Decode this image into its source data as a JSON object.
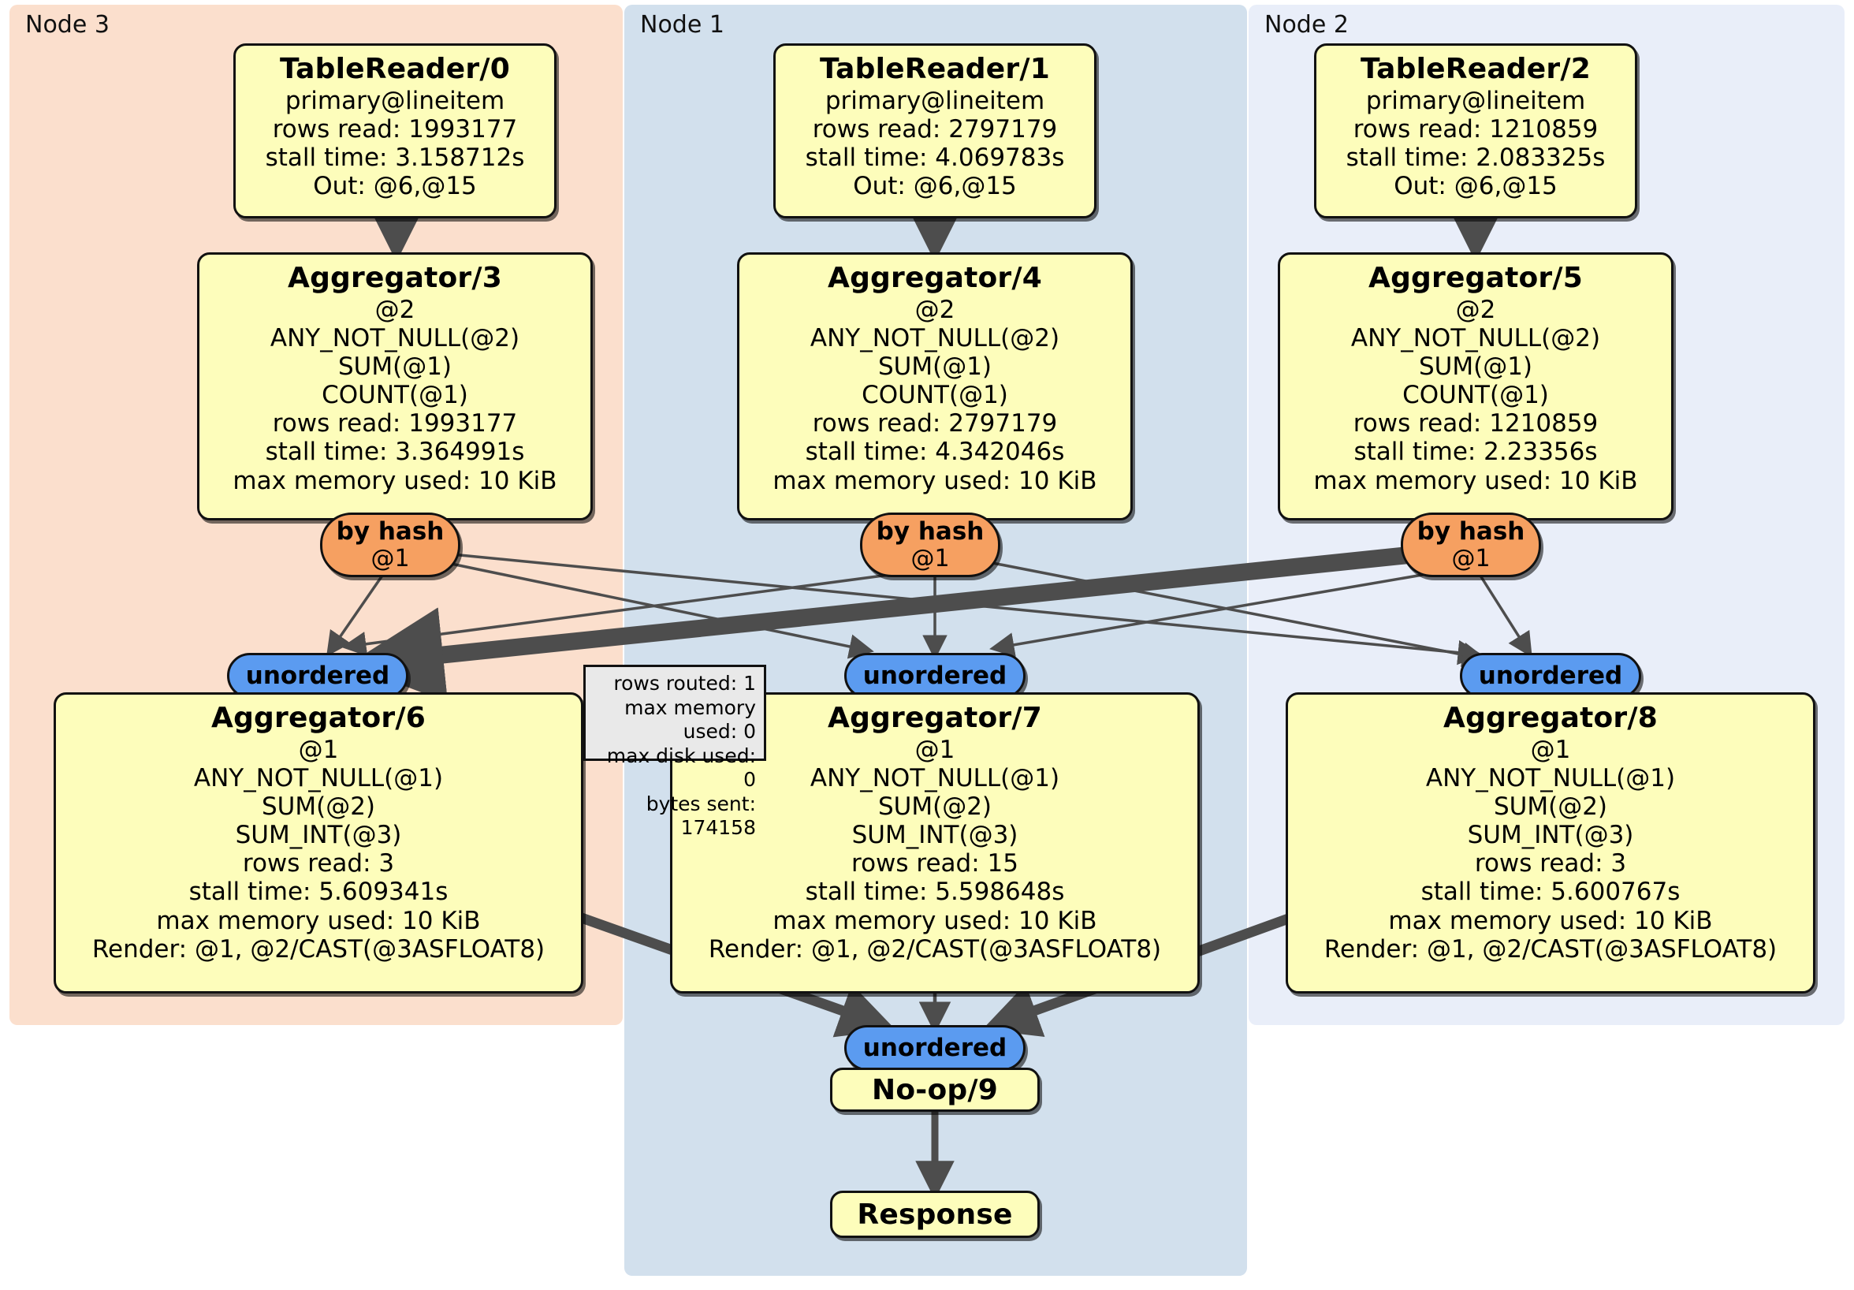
{
  "diagram": {
    "type": "distsql-physical-plan",
    "background": "#ffffff",
    "colors": {
      "processor_fill": "#fdfdbb",
      "hash_router_fill": "#f6a061",
      "synchronizer_fill": "#5b9bf0",
      "tooltip_fill": "#e9e9e9",
      "node3_fill": "#fbdfcd",
      "node1_fill": "#d2e0ed",
      "node2_fill": "#e9eef9",
      "edge_stroke": "#4d4d4d"
    }
  },
  "clusters": [
    {
      "id": "node3",
      "label": "Node 3",
      "fill": "#fbdfcd"
    },
    {
      "id": "node1",
      "label": "Node 1",
      "fill": "#d2e0ed"
    },
    {
      "id": "node2",
      "label": "Node 2",
      "fill": "#e9eef9"
    }
  ],
  "processors": {
    "tablereader0": {
      "title": "TableReader/0",
      "lines": [
        "primary@lineitem",
        "rows read: 1993177",
        "stall time: 3.158712s",
        "Out: @6,@15"
      ]
    },
    "tablereader1": {
      "title": "TableReader/1",
      "lines": [
        "primary@lineitem",
        "rows read: 2797179",
        "stall time: 4.069783s",
        "Out: @6,@15"
      ]
    },
    "tablereader2": {
      "title": "TableReader/2",
      "lines": [
        "primary@lineitem",
        "rows read: 1210859",
        "stall time: 2.083325s",
        "Out: @6,@15"
      ]
    },
    "aggregator3": {
      "title": "Aggregator/3",
      "lines": [
        "@2",
        "ANY_NOT_NULL(@2)",
        "SUM(@1)",
        "COUNT(@1)",
        "rows read: 1993177",
        "stall time: 3.364991s",
        "max memory used: 10 KiB"
      ]
    },
    "aggregator4": {
      "title": "Aggregator/4",
      "lines": [
        "@2",
        "ANY_NOT_NULL(@2)",
        "SUM(@1)",
        "COUNT(@1)",
        "rows read: 2797179",
        "stall time: 4.342046s",
        "max memory used: 10 KiB"
      ]
    },
    "aggregator5": {
      "title": "Aggregator/5",
      "lines": [
        "@2",
        "ANY_NOT_NULL(@2)",
        "SUM(@1)",
        "COUNT(@1)",
        "rows read: 1210859",
        "stall time: 2.23356s",
        "max memory used: 10 KiB"
      ]
    },
    "aggregator6": {
      "title": "Aggregator/6",
      "lines": [
        "@1",
        "ANY_NOT_NULL(@1)",
        "SUM(@2)",
        "SUM_INT(@3)",
        "rows read: 3",
        "stall time: 5.609341s",
        "max memory used: 10 KiB",
        "Render: @1, @2/CAST(@3ASFLOAT8)"
      ]
    },
    "aggregator7": {
      "title": "Aggregator/7",
      "lines": [
        "@1",
        "ANY_NOT_NULL(@1)",
        "SUM(@2)",
        "SUM_INT(@3)",
        "rows read: 15",
        "stall time: 5.598648s",
        "max memory used: 10 KiB",
        "Render: @1, @2/CAST(@3ASFLOAT8)"
      ]
    },
    "aggregator8": {
      "title": "Aggregator/8",
      "lines": [
        "@1",
        "ANY_NOT_NULL(@1)",
        "SUM(@2)",
        "SUM_INT(@3)",
        "rows read: 3",
        "stall time: 5.600767s",
        "max memory used: 10 KiB",
        "Render: @1, @2/CAST(@3ASFLOAT8)"
      ]
    },
    "noop9": {
      "title": "No-op/9",
      "lines": []
    },
    "response": {
      "title": "Response",
      "lines": []
    }
  },
  "routers": {
    "hash_left": {
      "label": "by hash",
      "column": "@1"
    },
    "hash_mid": {
      "label": "by hash",
      "column": "@1"
    },
    "hash_right": {
      "label": "by hash",
      "column": "@1"
    }
  },
  "synchronizers": {
    "sync_left": {
      "label": "unordered"
    },
    "sync_mid": {
      "label": "unordered"
    },
    "sync_right": {
      "label": "unordered"
    },
    "sync_final": {
      "label": "unordered"
    }
  },
  "tooltip": {
    "lines": [
      "rows routed: 1",
      "max memory used: 0",
      "max disk used: 0",
      "bytes sent: 174158"
    ]
  }
}
